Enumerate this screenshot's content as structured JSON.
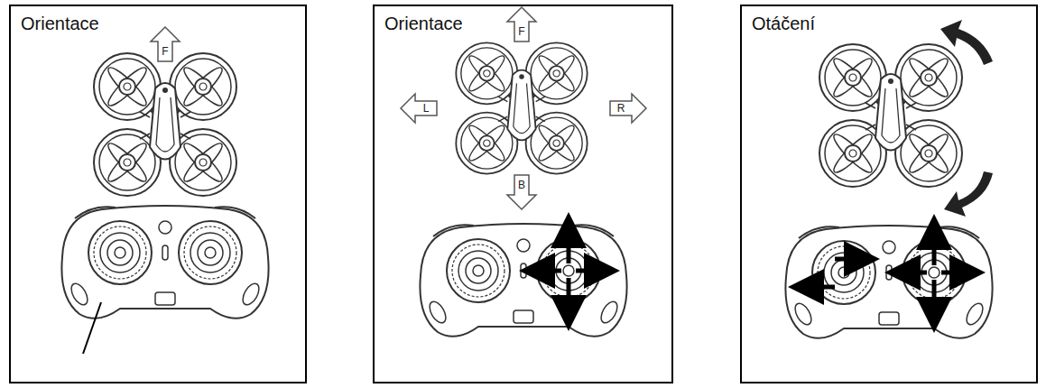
{
  "diagram": {
    "nodes": [
      {
        "text": [
          "Orientace"
        ]
      },
      {
        "text": [
          "Orientace"
        ]
      },
      {
        "text": [
          "Otáčení"
        ]
      }
    ],
    "labels": [
      "F",
      "F",
      "L",
      "R",
      "B"
    ]
  }
}
